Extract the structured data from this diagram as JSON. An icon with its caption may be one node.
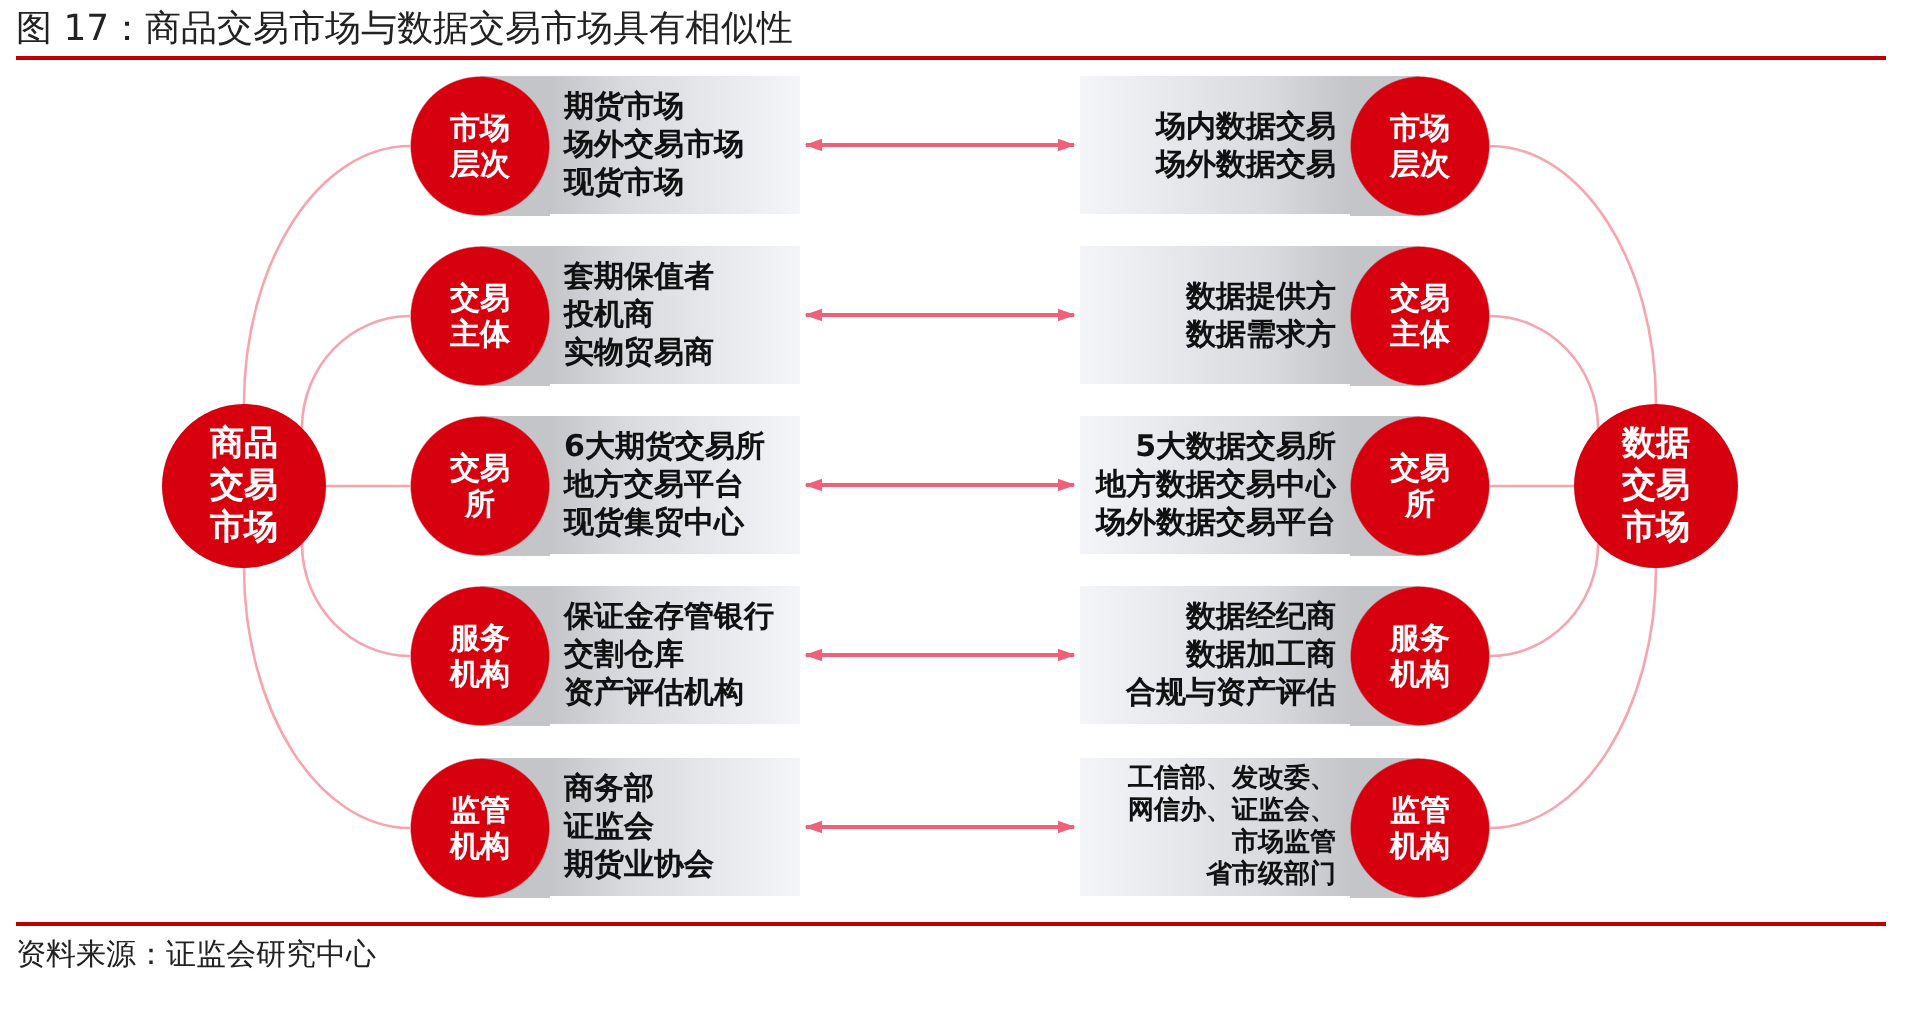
{
  "diagram": {
    "title": "图 17：商品交易市场与数据交易市场具有相似性",
    "nodes": [
      {
        "text": [
          "商品交易市场"
        ]
      },
      {
        "text": [
          "数据交易市场"
        ]
      },
      {
        "text": [
          "市场层次"
        ]
      },
      {
        "text": [
          "期货市场",
          "场外交易市场",
          "现货市场"
        ]
      },
      {
        "text": [
          "场内数据交易",
          "场外数据交易"
        ]
      },
      {
        "text": [
          "市场层次"
        ]
      },
      {
        "text": [
          "交易主体"
        ]
      },
      {
        "text": [
          "套期保值者",
          "投机商",
          "实物贸易商"
        ]
      },
      {
        "text": [
          "数据提供方",
          "数据需求方"
        ]
      },
      {
        "text": [
          "交易主体"
        ]
      },
      {
        "text": [
          "交易所"
        ]
      },
      {
        "text": [
          "6大期货交易所",
          "地方交易平台",
          "现货集贸中心"
        ]
      },
      {
        "text": [
          "5大数据交易所",
          "地方数据交易中心",
          "场外数据交易平台"
        ]
      },
      {
        "text": [
          "交易所"
        ]
      },
      {
        "text": [
          "服务机构"
        ]
      },
      {
        "text": [
          "保证金存管银行",
          "交割仓库",
          "资产评估机构"
        ]
      },
      {
        "text": [
          "数据经纪商",
          "数据加工商",
          "合规与资产评估"
        ]
      },
      {
        "text": [
          "服务机构"
        ]
      },
      {
        "text": [
          "监管机构"
        ]
      },
      {
        "text": [
          "商务部",
          "证监会",
          "期货业协会"
        ]
      },
      {
        "text": [
          "工信部、发改委、网信办、证监会、市场监管",
          "省市级部门"
        ]
      },
      {
        "text": [
          "监管机构"
        ]
      }
    ],
    "edges": [
      {
        "from": 0,
        "to": 2,
        "arrow": "none"
      },
      {
        "from": 0,
        "to": 6,
        "arrow": "none"
      },
      {
        "from": 0,
        "to": 10,
        "arrow": "none"
      },
      {
        "from": 0,
        "to": 14,
        "arrow": "none"
      },
      {
        "from": 0,
        "to": 18,
        "arrow": "none"
      },
      {
        "from": 1,
        "to": 5,
        "arrow": "none"
      },
      {
        "from": 1,
        "to": 9,
        "arrow": "none"
      },
      {
        "from": 1,
        "to": 13,
        "arrow": "none"
      },
      {
        "from": 1,
        "to": 17,
        "arrow": "none"
      },
      {
        "from": 1,
        "to": 21,
        "arrow": "none"
      },
      {
        "from": 3,
        "to": 4,
        "arrow": "both",
        "color": "#ee6179"
      },
      {
        "from": 7,
        "to": 8,
        "arrow": "both",
        "color": "#ee6179"
      },
      {
        "from": 11,
        "to": 12,
        "arrow": "both",
        "color": "#ee6179"
      },
      {
        "from": 15,
        "to": 16,
        "arrow": "both",
        "color": "#ee6179"
      },
      {
        "from": 19,
        "to": 20,
        "arrow": "both",
        "color": "#ee6179"
      }
    ],
    "labels": [
      "资料来源：证监会研究中心"
    ]
  }
}
